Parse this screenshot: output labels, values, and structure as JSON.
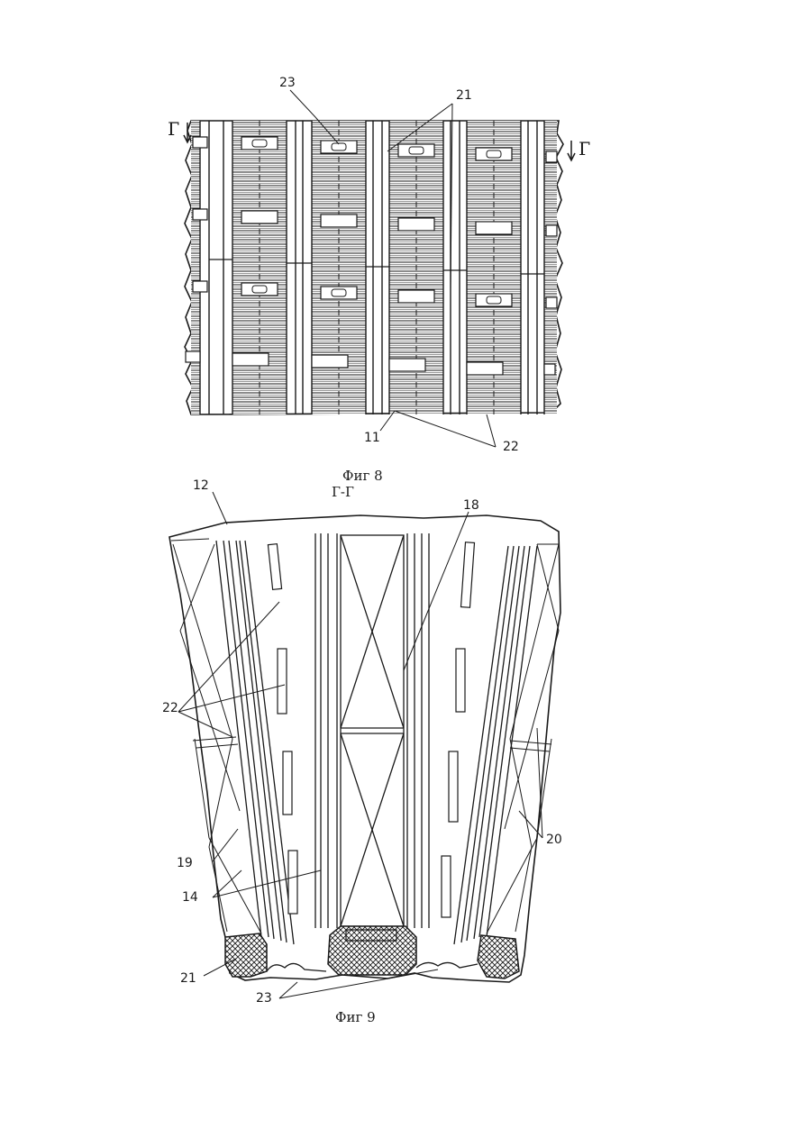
{
  "figure8": {
    "caption": "Фиг 8",
    "section_marks": {
      "left": "Г",
      "right": "Г"
    },
    "labels": {
      "l23": "23",
      "l21": "21",
      "l11": "11",
      "l22": "22"
    }
  },
  "figure9": {
    "section_title": "Г-Г",
    "caption": "Фиг 9",
    "labels": {
      "l12": "12",
      "l18": "18",
      "l22": "22",
      "l20": "20",
      "l19": "19",
      "l14": "14",
      "l21": "21",
      "l23": "23"
    }
  }
}
